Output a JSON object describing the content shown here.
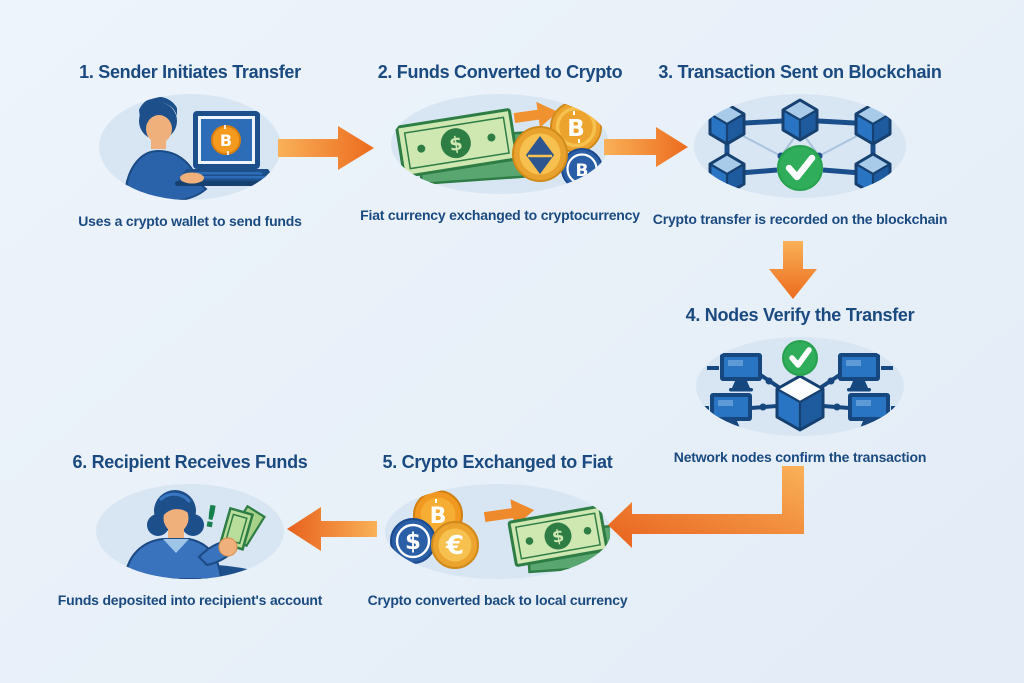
{
  "palette": {
    "background": "#eaf1f9",
    "bubble": "#d8e6f4",
    "text_blue": "#1a4a80",
    "arrow_gradient_light": "#f9b158",
    "arrow_gradient_dark": "#ec6b1e",
    "check_green": "#2fad5a",
    "cube_front": "#2a74c4",
    "cube_side": "#1e5b9e",
    "cube_top": "#a8cbea",
    "outline_navy": "#16406f",
    "coin_gold": "#eca42e",
    "coin_gold_light": "#f6c14e",
    "coin_blue": "#2a5fa8",
    "bill_light_green": "#cfe8b2",
    "bill_dark_green": "#2e7d45",
    "bill_mid_green": "#5aa671",
    "bitcoin_orange": "#f49a1f",
    "skin": "#f0b07c",
    "hair_navy": "#1d4f8a",
    "shirt_blue": "#3973bd"
  },
  "steps": [
    {
      "number": "1",
      "title": "1. Sender Initiates Transfer",
      "caption": "Uses a crypto wallet to send funds",
      "icon": "person-laptop-bitcoin"
    },
    {
      "number": "2",
      "title": "2. Funds Converted to Crypto",
      "caption": "Fiat currency exchanged to cryptocurrency",
      "icon": "cash-to-crypto-coins"
    },
    {
      "number": "3",
      "title": "3. Transaction Sent on Blockchain",
      "caption": "Crypto transfer is recorded on the blockchain",
      "icon": "blockchain-cubes-check"
    },
    {
      "number": "4",
      "title": "4. Nodes Verify the Transfer",
      "caption": "Network nodes confirm the transaction",
      "icon": "network-nodes-check"
    },
    {
      "number": "5",
      "title": "5. Crypto Exchanged to Fiat",
      "caption": "Crypto converted back to local currency",
      "icon": "coins-to-cash"
    },
    {
      "number": "6",
      "title": "6. Recipient Receives Funds",
      "caption": "Funds deposited into recipient's account",
      "icon": "recipient-holding-money"
    }
  ],
  "arrows": [
    {
      "from": 1,
      "to": 2,
      "direction": "right"
    },
    {
      "from": 2,
      "to": 3,
      "direction": "right"
    },
    {
      "from": 3,
      "to": 4,
      "direction": "down"
    },
    {
      "from": 4,
      "to": 5,
      "direction": "down-left"
    },
    {
      "from": 5,
      "to": 6,
      "direction": "left"
    }
  ],
  "symbols": {
    "bitcoin_letter": "B",
    "dollar": "$",
    "euro": "€",
    "exclamation": "!"
  }
}
